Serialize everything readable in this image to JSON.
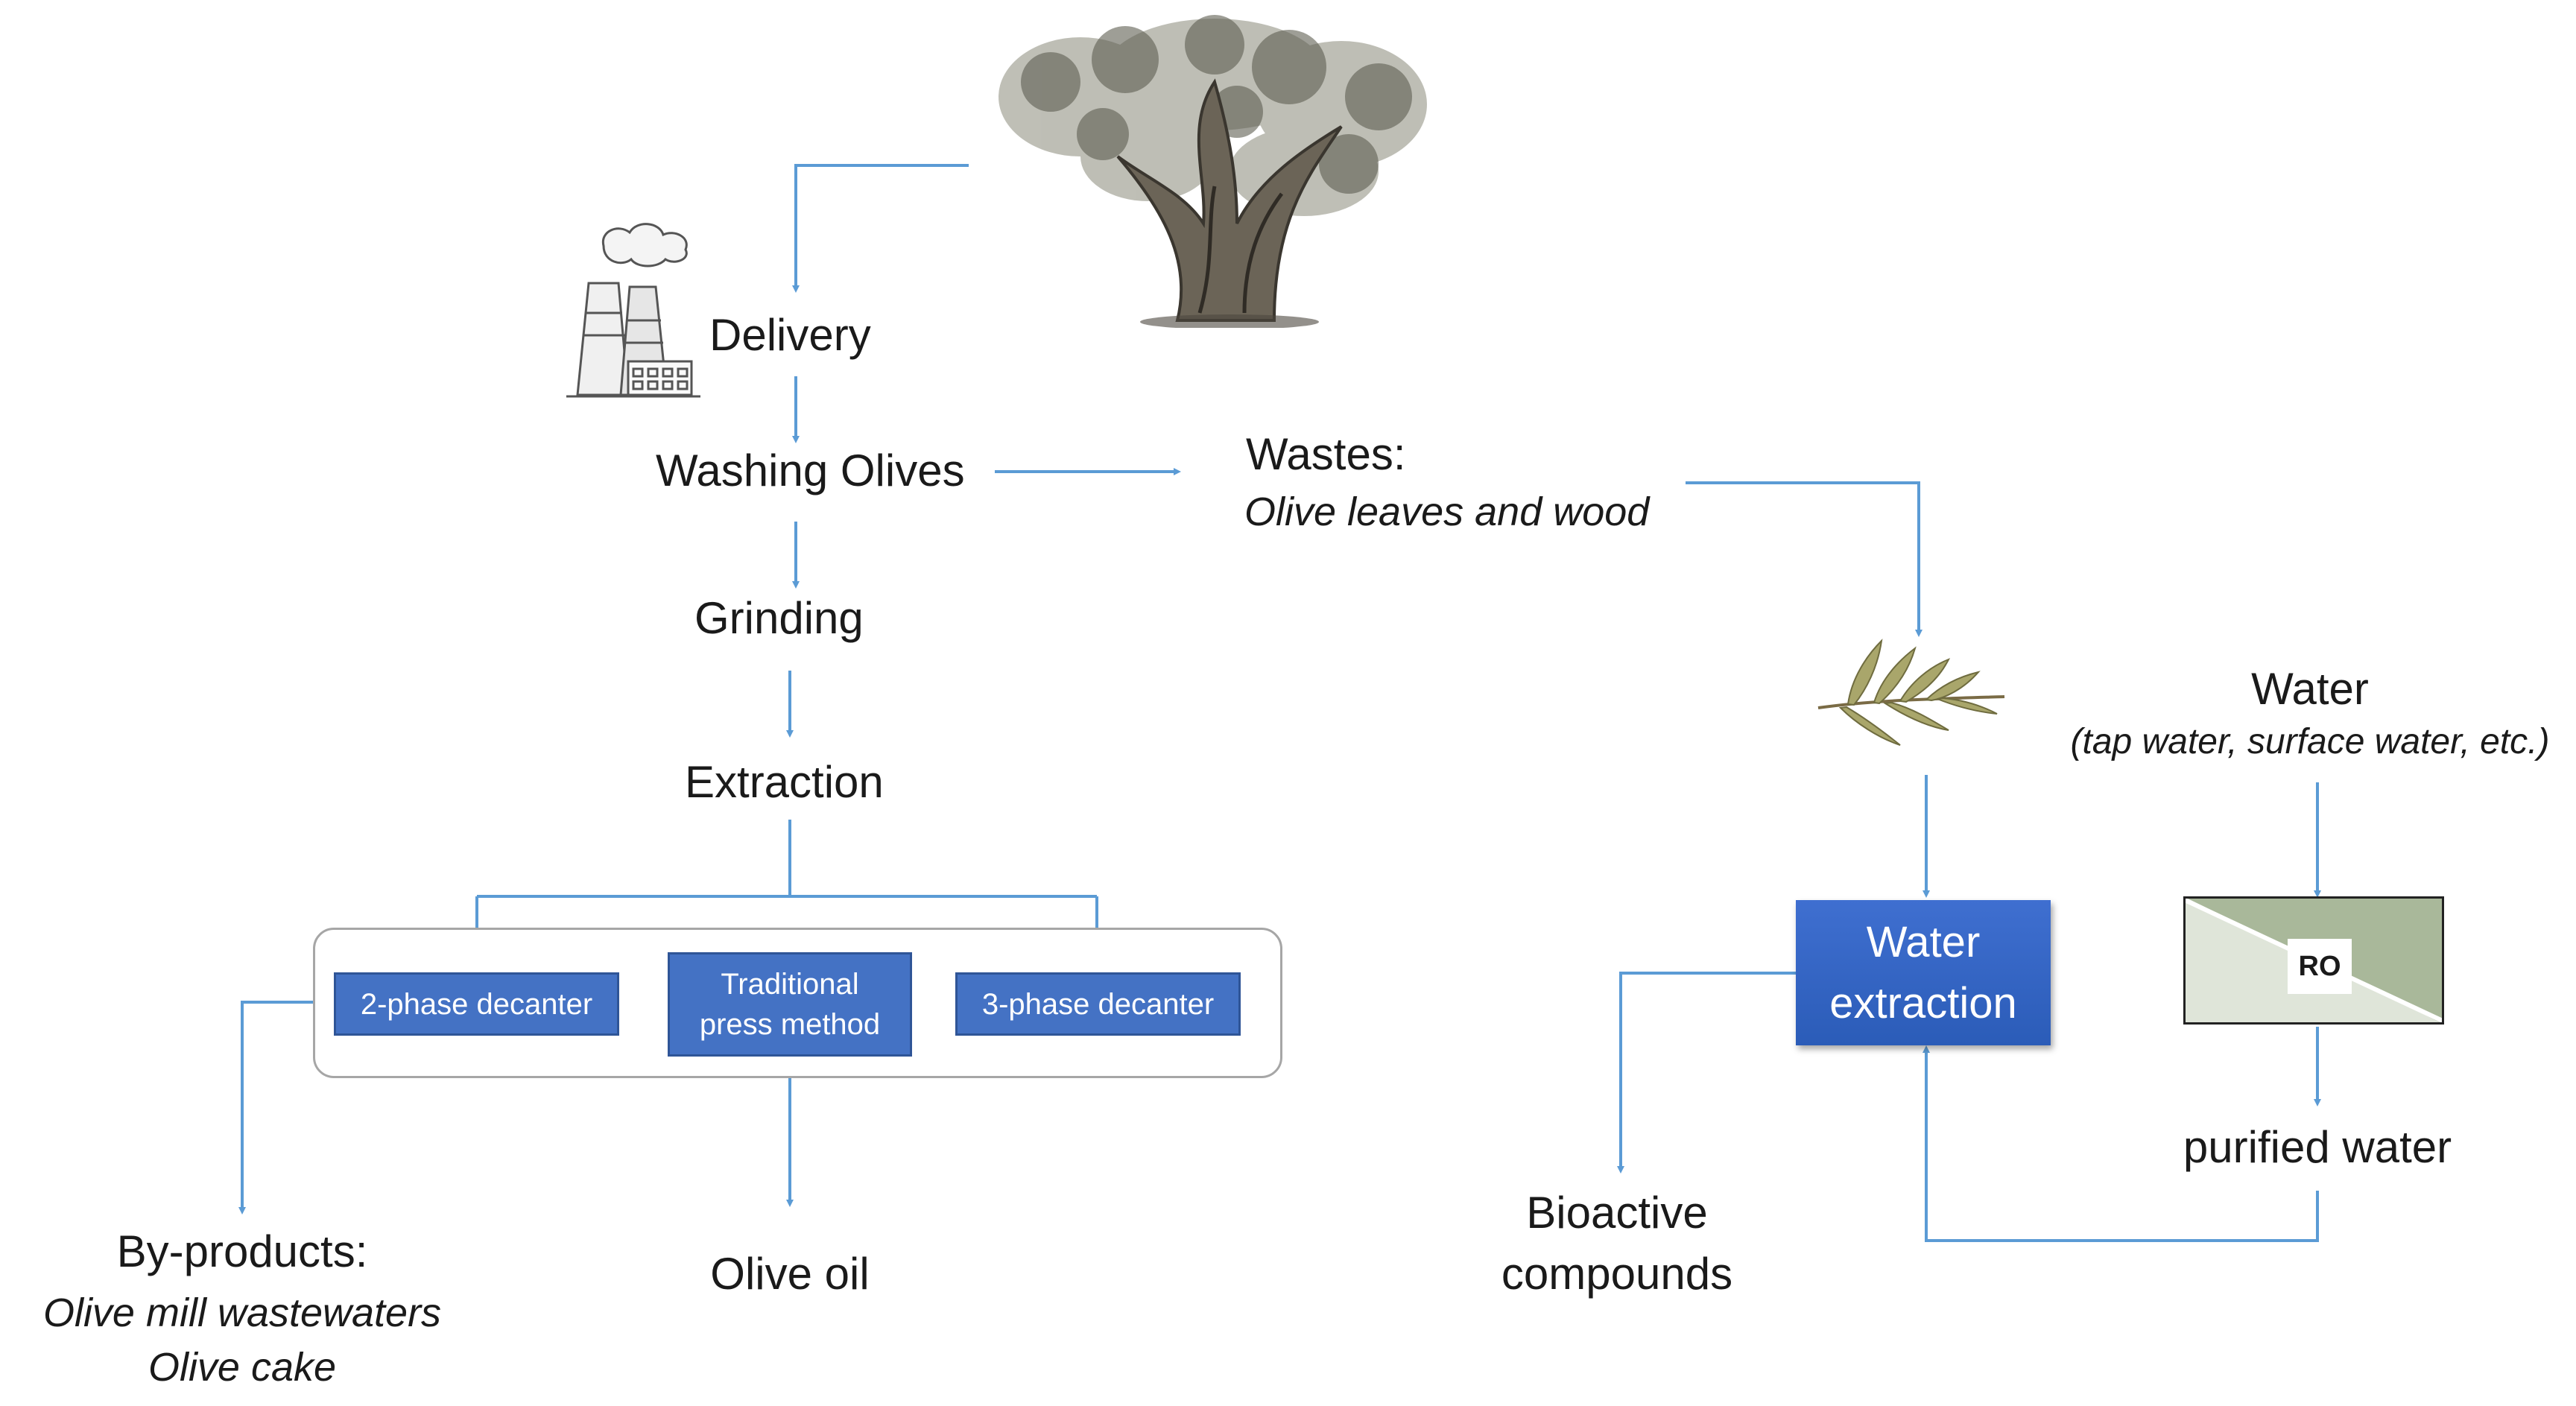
{
  "colors": {
    "arrow": "#5b9bd5",
    "box_fill": "#4472c4",
    "box_border": "#2f5597",
    "frame": "#a6a6a6",
    "ro_dark": "#a9b89a",
    "ro_light": "#dfe5d9"
  },
  "icons": {
    "tree": "olive-tree",
    "factory": "factory",
    "leaves": "olive-branch",
    "ro": "reverse-osmosis-membrane"
  },
  "process": {
    "delivery": "Delivery",
    "washing": "Washing Olives",
    "grinding": "Grinding",
    "extraction": "Extraction"
  },
  "methods": {
    "two_phase": "2-phase decanter",
    "traditional_line1": "Traditional",
    "traditional_line2": "press method",
    "three_phase": "3-phase decanter"
  },
  "outputs": {
    "byproducts_title": "By-products:",
    "byproducts_line1": "Olive mill wastewaters",
    "byproducts_line2": "Olive cake",
    "olive_oil": "Olive oil"
  },
  "wastes": {
    "title": "Wastes:",
    "subtitle": "Olive leaves and wood"
  },
  "water": {
    "title": "Water",
    "subtitle": "(tap water, surface water, etc.)",
    "ro_label": "RO",
    "purified": "purified water",
    "extraction_line1": "Water",
    "extraction_line2": "extraction"
  },
  "bioactive": {
    "line1": "Bioactive",
    "line2": "compounds"
  }
}
